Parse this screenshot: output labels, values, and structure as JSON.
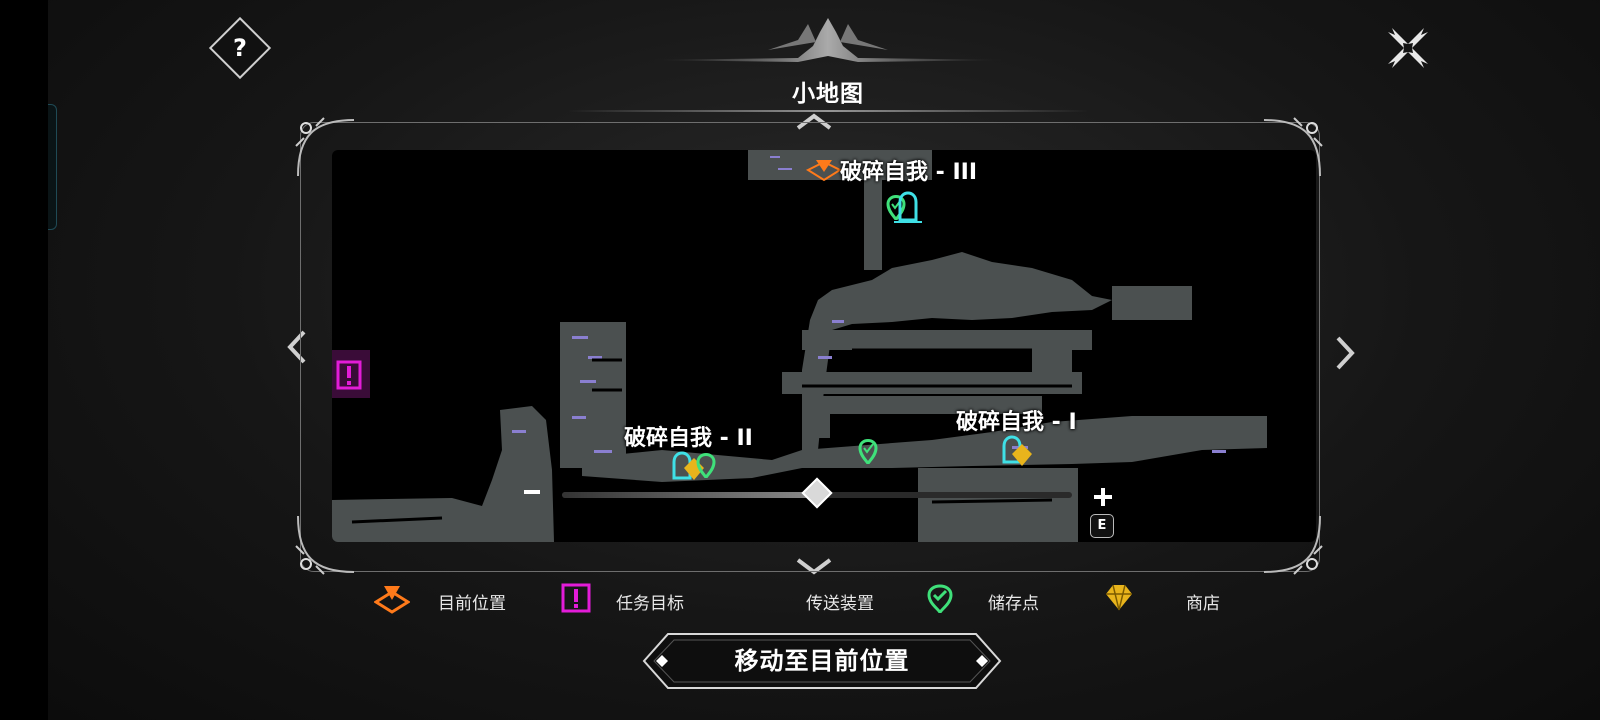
{
  "header": {
    "title": "小地图",
    "help_label": "?"
  },
  "map": {
    "areas": [
      {
        "name": "破碎自我 - III"
      },
      {
        "name": "破碎自我 - II"
      },
      {
        "name": "破碎自我 - I"
      }
    ],
    "zoom": {
      "level_fraction": 0.5,
      "key_hint": "E"
    }
  },
  "legend": [
    {
      "icon": "current-location-icon",
      "label": "目前位置",
      "color": "#ff7a1a"
    },
    {
      "icon": "quest-objective-icon",
      "label": "任务目标",
      "color": "#e31cd8"
    },
    {
      "icon": "teleporter-icon",
      "label": "传送装置",
      "color": "#3fe0e6"
    },
    {
      "icon": "save-point-icon",
      "label": "储存点",
      "color": "#3fe07a"
    },
    {
      "icon": "shop-icon",
      "label": "商店",
      "color": "#e8b41c"
    }
  ],
  "actions": {
    "move_to_current": "移动至目前位置"
  }
}
